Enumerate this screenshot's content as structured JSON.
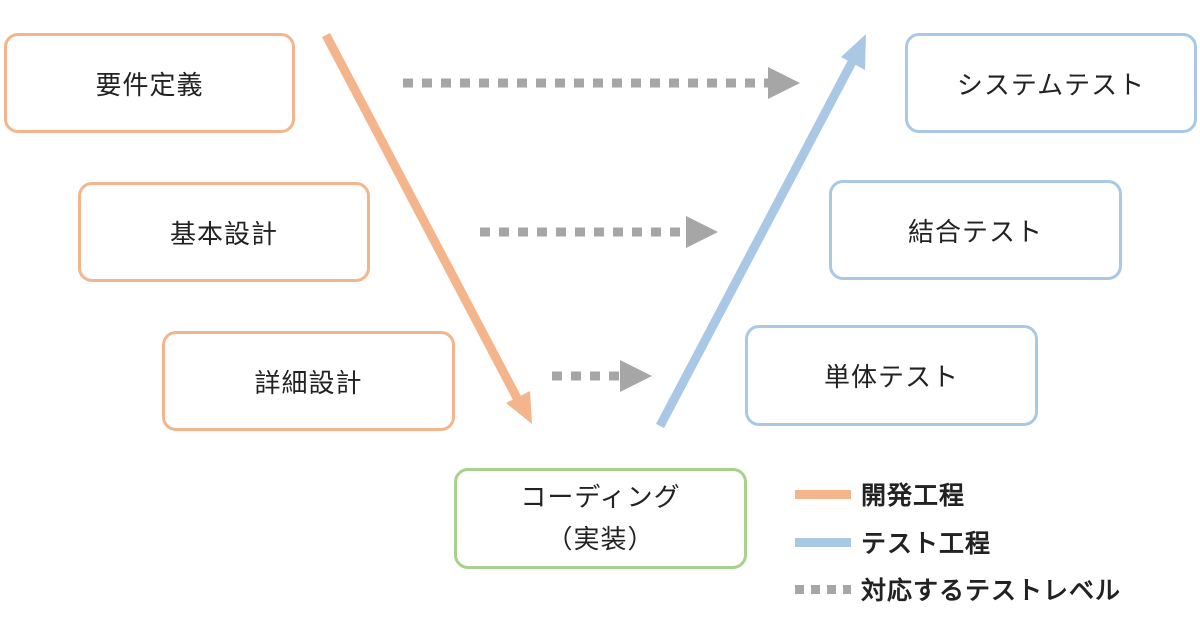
{
  "colors": {
    "development": "#f5b58c",
    "testing": "#a8c8e6",
    "coding": "#a9d18e",
    "correspondence": "#a6a6a6"
  },
  "development_phases": [
    {
      "label": "要件定義"
    },
    {
      "label": "基本設計"
    },
    {
      "label": "詳細設計"
    }
  ],
  "coding": {
    "line1": "コーディング",
    "line2": "（実装）"
  },
  "test_phases": [
    {
      "label": "システムテスト"
    },
    {
      "label": "結合テスト"
    },
    {
      "label": "単体テスト"
    }
  ],
  "legend": {
    "development": "開発工程",
    "testing": "テスト工程",
    "correspondence": "対応するテストレベル"
  }
}
